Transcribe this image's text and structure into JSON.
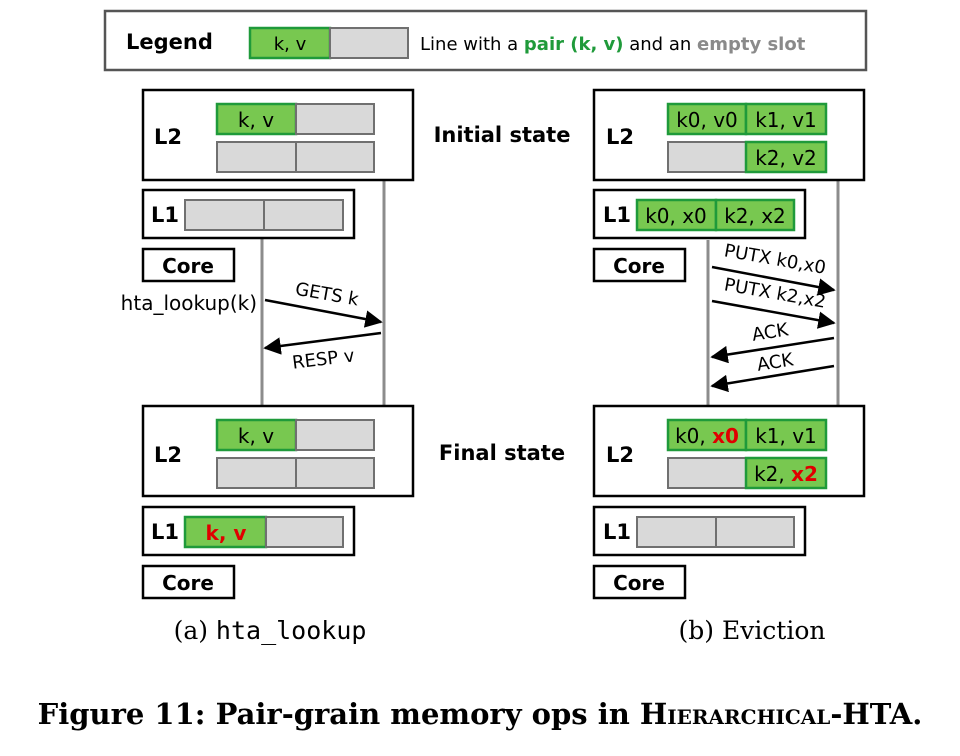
{
  "legend": {
    "title": "Legend",
    "sample_pair": "k, v",
    "desc_prefix": "Line with a ",
    "desc_pair": "pair (k, v)",
    "desc_middle": " and an ",
    "desc_empty": "empty slot"
  },
  "colors": {
    "pair_fill": "#78c850",
    "pair_border": "#1f9a3a",
    "empty_fill": "#d9d9d9",
    "highlight_red": "#e00000",
    "legend_green": "#1f9a3a",
    "legend_gray": "#8a8a8a"
  },
  "states": {
    "initial": "Initial state",
    "final": "Final state"
  },
  "levels": {
    "l2": "L2",
    "l1": "L1",
    "core": "Core"
  },
  "panel_a": {
    "caption_prefix": "(a) ",
    "caption_code": "hta_lookup",
    "initial_l2_pair": "k, v",
    "call": "hta_lookup(k)",
    "msg_request": "GETS k",
    "msg_response": "RESP v",
    "final_l2_pair": "k, v",
    "final_l1_pair": "k, v"
  },
  "panel_b": {
    "caption": "(b) Eviction",
    "initial_l2_pair_a": "k0, v0",
    "initial_l2_pair_b": "k1, v1",
    "initial_l2_pair_c": "k2, v2",
    "initial_l1_pair_a": "k0, x0",
    "initial_l1_pair_b": "k2, x2",
    "msg_putx_1": "PUTX k0,x0",
    "msg_putx_2": "PUTX k2,x2",
    "msg_ack_1": "ACK",
    "msg_ack_2": "ACK",
    "final_l2_a_key": "k0, ",
    "final_l2_a_val": "x0",
    "final_l2_b": "k1, v1",
    "final_l2_c_key": "k2, ",
    "final_l2_c_val": "x2"
  },
  "figure_caption": {
    "label": "Figure 11: Pair-grain memory ops in ",
    "name": "Hierarchical-HTA."
  }
}
